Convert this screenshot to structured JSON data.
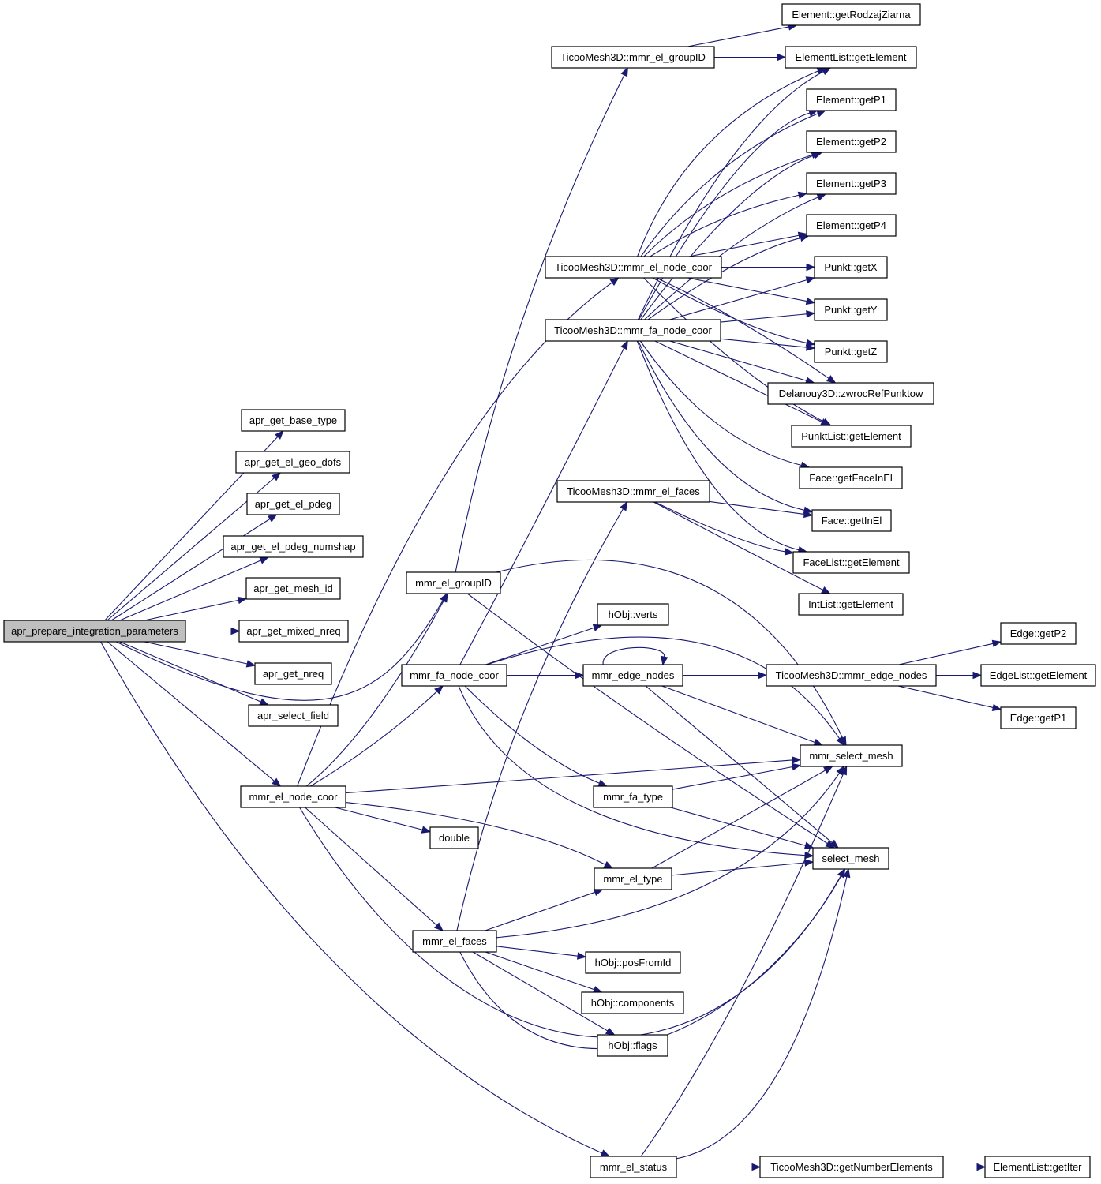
{
  "colors": {
    "edge": "#191970",
    "root_fill": "#bfbfbf",
    "node_fill": "#ffffff",
    "node_stroke": "#000000"
  },
  "nodes": {
    "apr_prepare_integration_parameters": "apr_prepare_integration_parameters",
    "apr_get_base_type": "apr_get_base_type",
    "apr_get_el_geo_dofs": "apr_get_el_geo_dofs",
    "apr_get_el_pdeg": "apr_get_el_pdeg",
    "apr_get_el_pdeg_numshap": "apr_get_el_pdeg_numshap",
    "apr_get_mesh_id": "apr_get_mesh_id",
    "apr_get_mixed_nreq": "apr_get_mixed_nreq",
    "apr_get_nreq": "apr_get_nreq",
    "apr_select_field": "apr_select_field",
    "mmr_el_node_coor": "mmr_el_node_coor",
    "mmr_el_status": "mmr_el_status",
    "mmr_el_groupID": "mmr_el_groupID",
    "mmr_fa_node_coor": "mmr_fa_node_coor",
    "double": "double",
    "mmr_el_faces": "mmr_el_faces",
    "mmr_el_type": "mmr_el_type",
    "mmr_fa_type": "mmr_fa_type",
    "mmr_edge_nodes": "mmr_edge_nodes",
    "hObj_verts": "hObj::verts",
    "hObj_posFromId": "hObj::posFromId",
    "hObj_components": "hObj::components",
    "hObj_flags": "hObj::flags",
    "T_mmr_el_groupID": "TicooMesh3D::mmr_el_groupID",
    "T_mmr_el_node_coor": "TicooMesh3D::mmr_el_node_coor",
    "T_mmr_fa_node_coor": "TicooMesh3D::mmr_fa_node_coor",
    "T_mmr_el_faces": "TicooMesh3D::mmr_el_faces",
    "T_mmr_edge_nodes": "TicooMesh3D::mmr_edge_nodes",
    "T_getNumberElements": "TicooMesh3D::getNumberElements",
    "Element_getRodzajZiarna": "Element::getRodzajZiarna",
    "ElementList_getElement": "ElementList::getElement",
    "Element_getP1": "Element::getP1",
    "Element_getP2": "Element::getP2",
    "Element_getP3": "Element::getP3",
    "Element_getP4": "Element::getP4",
    "Punkt_getX": "Punkt::getX",
    "Punkt_getY": "Punkt::getY",
    "Punkt_getZ": "Punkt::getZ",
    "Delanouy3D_zwrocRefPunktow": "Delanouy3D::zwrocRefPunktow",
    "PunktList_getElement": "PunktList::getElement",
    "Face_getFaceInEl": "Face::getFaceInEl",
    "Face_getInEl": "Face::getInEl",
    "FaceList_getElement": "FaceList::getElement",
    "IntList_getElement": "IntList::getElement",
    "Edge_getP2": "Edge::getP2",
    "EdgeList_getElement": "EdgeList::getElement",
    "Edge_getP1": "Edge::getP1",
    "mmr_select_mesh": "mmr_select_mesh",
    "select_mesh": "select_mesh",
    "ElementList_getIter": "ElementList::getIter"
  }
}
